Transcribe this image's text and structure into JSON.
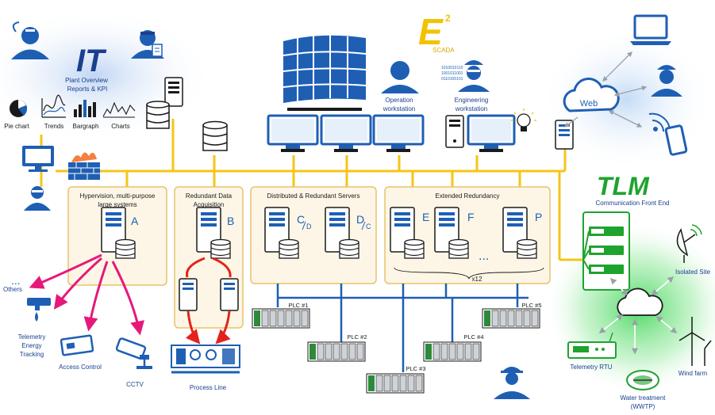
{
  "colors": {
    "bus": "#f5c518",
    "blue": "#1e5fb4",
    "dark_blue": "#1b3f8f",
    "light_blue": "#e6f0fb",
    "panel_fill": "#fdf6e6",
    "panel_border": "#e7c36b",
    "magenta": "#e6197a",
    "red": "#e3231b",
    "green": "#1ea32f",
    "scada_yellow": "#f2c200",
    "grey": "#9aa0a8"
  },
  "it": {
    "logo": "IT",
    "title_line1": "Plant Overview",
    "title_line2": "Reports & KPI",
    "pie_label": "Pie chart",
    "trends_label": "Trends",
    "bargraph_label": "Bargraph",
    "charts_label": "Charts"
  },
  "scada": {
    "logo": "E",
    "superscript": "2",
    "label": "SCADA"
  },
  "workstations": {
    "operation_line1": "Operation",
    "operation_line2": "workstation",
    "engineering_line1": "Engineering",
    "engineering_line2": "workstation",
    "binary_1": "1010010110",
    "binary_2": "1001011001",
    "binary_3": "0110100101"
  },
  "web": {
    "label": "Web"
  },
  "tlm": {
    "logo": "TLM",
    "label": "Communication Front End"
  },
  "panels": {
    "hypervision_line1": "Hypervision, multi-purpose",
    "hypervision_line2": "large systems",
    "hypervision_letter": "A",
    "redundant_line1": "Redundant Data",
    "redundant_line2": "Acquisition",
    "redundant_letter": "B",
    "distributed_title": "Distributed & Redundant Servers",
    "c_letter": "C",
    "c_sub": "D",
    "d_letter": "D",
    "d_sub": "C",
    "extended_title": "Extended Redundancy",
    "e_letter": "E",
    "f_letter": "F",
    "p_letter": "P",
    "dots": "...",
    "multiplier": "x12"
  },
  "plcs": {
    "plc1": "PLC #1",
    "plc2": "PLC #2",
    "plc3": "PLC #3",
    "plc4": "PLC #4",
    "plc5": "PLC #5"
  },
  "left_devices": {
    "others_dots": "...",
    "others": "Others",
    "telemetry_line1": "Telemetry",
    "telemetry_line2": "Energy",
    "telemetry_line3": "Tracking",
    "access_control": "Access Control",
    "cctv": "CCTV"
  },
  "process_line": {
    "label": "Process Line"
  },
  "remote": {
    "isolated_site": "Isolated Site",
    "telemetry_rtu": "Telemetry RTU",
    "wind_farm": "Wind farm",
    "water_line1": "Water treatment",
    "water_line2": "(WWTP)"
  }
}
